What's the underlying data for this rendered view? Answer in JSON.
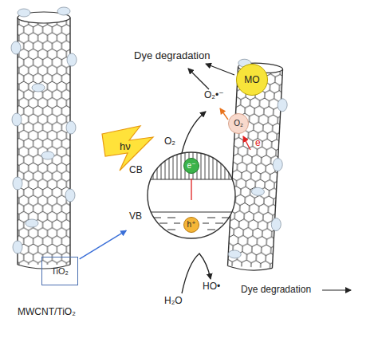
{
  "diagram": {
    "nodes": [
      {
        "text": [
          "MO"
        ]
      },
      {
        "text": [
          "O₂"
        ]
      },
      {
        "text": [
          "CB",
          "VB"
        ]
      },
      {
        "text": [
          "e⁻"
        ],
        "in": 2
      },
      {
        "text": [
          "h⁺"
        ],
        "in": 2
      },
      {
        "text": [
          "TiO₂"
        ]
      }
    ],
    "edges": [
      {
        "from": 5,
        "to": 2,
        "arrow": "to"
      },
      {
        "from": 4,
        "to": 3,
        "arrow": "to"
      }
    ],
    "labels": [
      "Dye degradation",
      "O₂•⁻",
      "e",
      "hν",
      "O₂",
      "H₂O",
      "HO•",
      "Dye degradation",
      "MWCNT/TiO₂"
    ]
  }
}
